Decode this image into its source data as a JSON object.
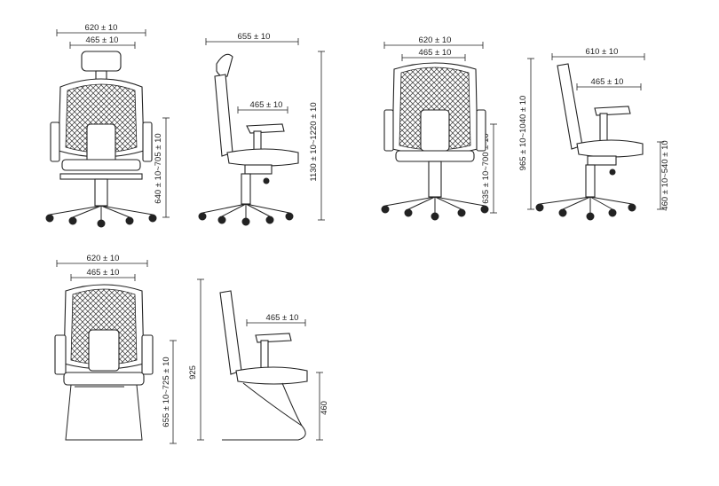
{
  "drawings": [
    {
      "id": "chair-1-front",
      "dimensions": {
        "overall_width": "620 ± 10",
        "seat_width": "465 ± 10",
        "armrest_height": "640 ± 10~705 ± 10"
      }
    },
    {
      "id": "chair-1-side",
      "dimensions": {
        "overall_depth": "655 ± 10",
        "seat_depth": "465 ± 10",
        "overall_height": "1130 ± 10~1220 ± 10"
      }
    },
    {
      "id": "chair-2-front",
      "dimensions": {
        "overall_width": "620 ± 10",
        "seat_width": "465 ± 10",
        "armrest_height": "635 ± 10~700 ± 10"
      }
    },
    {
      "id": "chair-2-side",
      "dimensions": {
        "overall_depth": "610 ± 10",
        "seat_depth": "465 ± 10",
        "overall_height": "965 ± 10~1040 ± 10",
        "seat_height": "460 ± 10~540 ± 10"
      }
    },
    {
      "id": "chair-3-front",
      "dimensions": {
        "overall_width": "620 ± 10",
        "seat_width": "465 ± 10",
        "armrest_height": "655 ± 10~725 ± 10"
      }
    },
    {
      "id": "chair-3-side",
      "dimensions": {
        "seat_depth": "465 ± 10",
        "overall_height": "925",
        "seat_height": "460"
      }
    }
  ]
}
